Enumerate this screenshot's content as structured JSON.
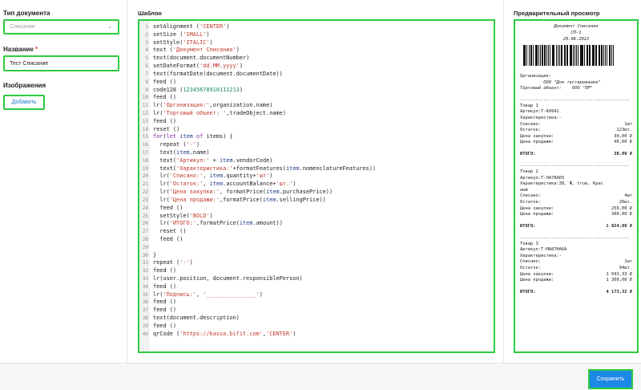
{
  "left": {
    "doc_type_label": "Тип документа",
    "doc_type_value": "Списание",
    "name_label": "Название",
    "name_required": "*",
    "name_value": "Тест Списание",
    "images_label": "Изображения",
    "add_button": "Добавить"
  },
  "template": {
    "title": "Шаблон",
    "lines": [
      "setAlignment ('CENTER')",
      "setSize ('SMALL')",
      "setStyle('ITALIC')",
      "text ('Документ Списания')",
      "text(document.documentNumber)",
      "setDateFormat('dd.MM.yyyy')",
      "text(formatDate(document.documentDate))",
      "feed ()",
      "code128 (12345678910111213)",
      "feed ()",
      "lr('Организация:',organization.name)",
      "lr('Торговый объект: ',tradeObject.name)",
      "feed ()",
      "reset ()",
      "for(let item of items) {",
      "  repeat ('-')",
      "  text(item.name)",
      "  text('Артикул:' + item.vendorCode)",
      "  text('Характеристика:'+formatFeatures(item.nomenclatureFeatures))",
      "  lr('Списано:', item.quantity+'шт')",
      "  lr('Остаток:', item.accountBalance+'шт.')",
      "  lr('Цена закупки:', formatPrice(item.purchasePrice))",
      "  lr('Цена продажи:',formatPrice(item.sellingPrice))",
      "  feed ()",
      "  setStyle('BOLD')",
      "  lr('ИТОГО:',formatPrice(item.amount))",
      "  reset ()",
      "  feed ()",
      "",
      "}",
      "repeat ('-')",
      "feed ()",
      "lr(user.position, document.responsiblePerson)",
      "feed ()",
      "lr('Подпись:', '_______________')",
      "feed ()",
      "feed ()",
      "text(document.description)",
      "feed ()",
      "qrCode ('https://kassa.bifit.com','CENTER')"
    ]
  },
  "preview": {
    "title": "Предварительный просмотр",
    "header": [
      "Документ Списания",
      "СП-1",
      "29.06.2022"
    ],
    "org_lines": [
      "Организация:",
      "         ООО \"Для тестирования\"",
      "Торговый объект:    ООО \"ПР\""
    ],
    "separator": "------------------------------------------",
    "items": [
      {
        "name": "Товар 1",
        "vendor": "Артикул:Т-АУ841",
        "feature": [
          "Характеристика:-"
        ],
        "written_off": [
          "Списано:",
          "1шт"
        ],
        "balance": [
          "Остаток:",
          "123шт."
        ],
        "purchase": [
          "Цена закупки:",
          "30,00 ₽"
        ],
        "selling": [
          "Цена продажи:",
          "40,00 ₽"
        ],
        "total": [
          "ИТОГО:",
          "30,00 ₽"
        ]
      },
      {
        "name": "Товар 2",
        "vendor": "Артикул:Т-ОА78АН3",
        "feature": [
          "Характеристика:38, Ж, true, Крас",
          "ный"
        ],
        "written_off": [
          "Списано:",
          "4шт"
        ],
        "balance": [
          "Остаток:",
          "26шт."
        ],
        "purchase": [
          "Цена закупки:",
          "256,00 ₽"
        ],
        "selling": [
          "Цена продажи:",
          "300,00 ₽"
        ],
        "total": [
          "ИТОГО:",
          "1 024,00 ₽"
        ]
      },
      {
        "name": "Товар 3",
        "vendor": "Артикул:Т-МА87НА6А",
        "feature": [
          "Характеристика:-"
        ],
        "written_off": [
          "Списано:",
          "1шт"
        ],
        "balance": [
          "Остаток:",
          "94шт."
        ],
        "purchase": [
          "Цена закупки:",
          "1 043,33 ₽"
        ],
        "selling": [
          "Цена продажи:",
          "1 300,00 ₽"
        ],
        "total": [
          "ИТОГО:",
          "4 173,32 ₽"
        ]
      }
    ]
  },
  "footer": {
    "save_button": "Сохранить"
  },
  "colors": {
    "highlight": "#2ecc40",
    "primary": "#1e88e5",
    "link": "#1976d2"
  }
}
